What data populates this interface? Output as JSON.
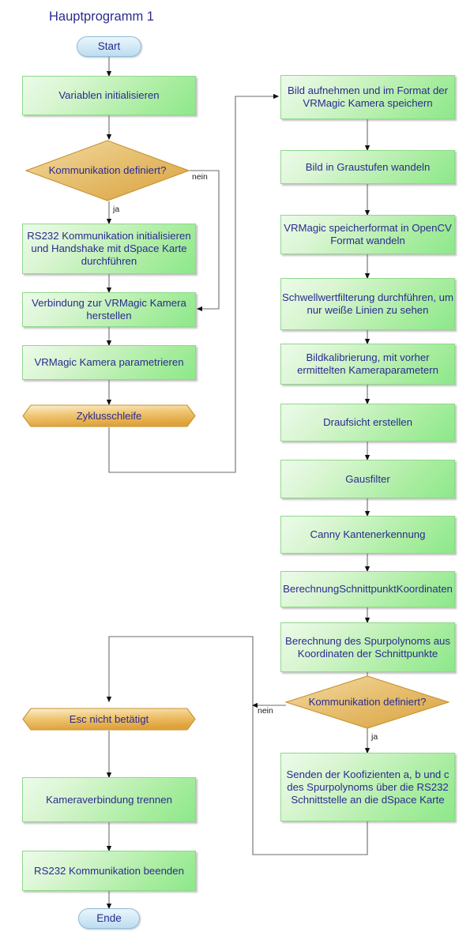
{
  "diagram": {
    "title": "Hauptprogramm 1",
    "type": "flowchart",
    "language": "de",
    "colors": {
      "process_fill": "#a9eda0",
      "process_border": "#8fd98a",
      "decision_fill": "#e3b04b",
      "decision_border": "#c8912f",
      "banner_fill": "#e8a93c",
      "banner_border": "#c8912f",
      "terminator_fill": "#cfe6f5",
      "terminator_border": "#8fbcd8",
      "text": "#2b2b8f",
      "connector": "#595959",
      "edge_label": "#1a1a1a"
    }
  },
  "nodes": {
    "start": "Start",
    "init_variables": "Variablen initialisieren",
    "decision_comm_1": "Kommunikation definiert?",
    "rs232_init": "RS232 Kommunikation initialisieren und Handshake mit dSpace Karte durchführen",
    "camera_connect": "Verbindung zur VRMagic Kamera herstellen",
    "camera_param": "VRMagic Kamera parametrieren",
    "loop_start": "Zyklusschleife",
    "capture_image": "Bild aufnehmen und im Format der VRMagic Kamera speichern",
    "to_grayscale": "Bild in Graustufen wandeln",
    "format_convert": "VRMagic speicherformat in OpenCV Format wandeln",
    "threshold": "Schwellwertfilterung durchführen, um nur weiße Linien zu sehen",
    "calibrate": "Bildkalibrierung, mit vorher ermittelten Kameraparametern",
    "topview": "Draufsicht erstellen",
    "gauss": "Gausfilter",
    "canny": "Canny Kantenerkennung",
    "intersection_calc": "BerechnungSchnittpunktKoordinaten",
    "polynom_calc": "Berechnung des Spurpolynoms aus Koordinaten der Schnittpunkte",
    "decision_comm_2": "Kommunikation definiert?",
    "send_coeffs": "Senden der Koofizienten a, b und c des Spurpolynoms über die RS232 Schnittstelle an die dSpace Karte",
    "esc_not_pressed": "Esc nicht betätigt",
    "camera_disconnect": "Kameraverbindung trennen",
    "rs232_end": "RS232 Kommunikation beenden",
    "end": "Ende"
  },
  "edge_labels": {
    "decision1_no": "nein",
    "decision1_yes": "ja",
    "decision2_no": "nein",
    "decision2_yes": "ja"
  }
}
